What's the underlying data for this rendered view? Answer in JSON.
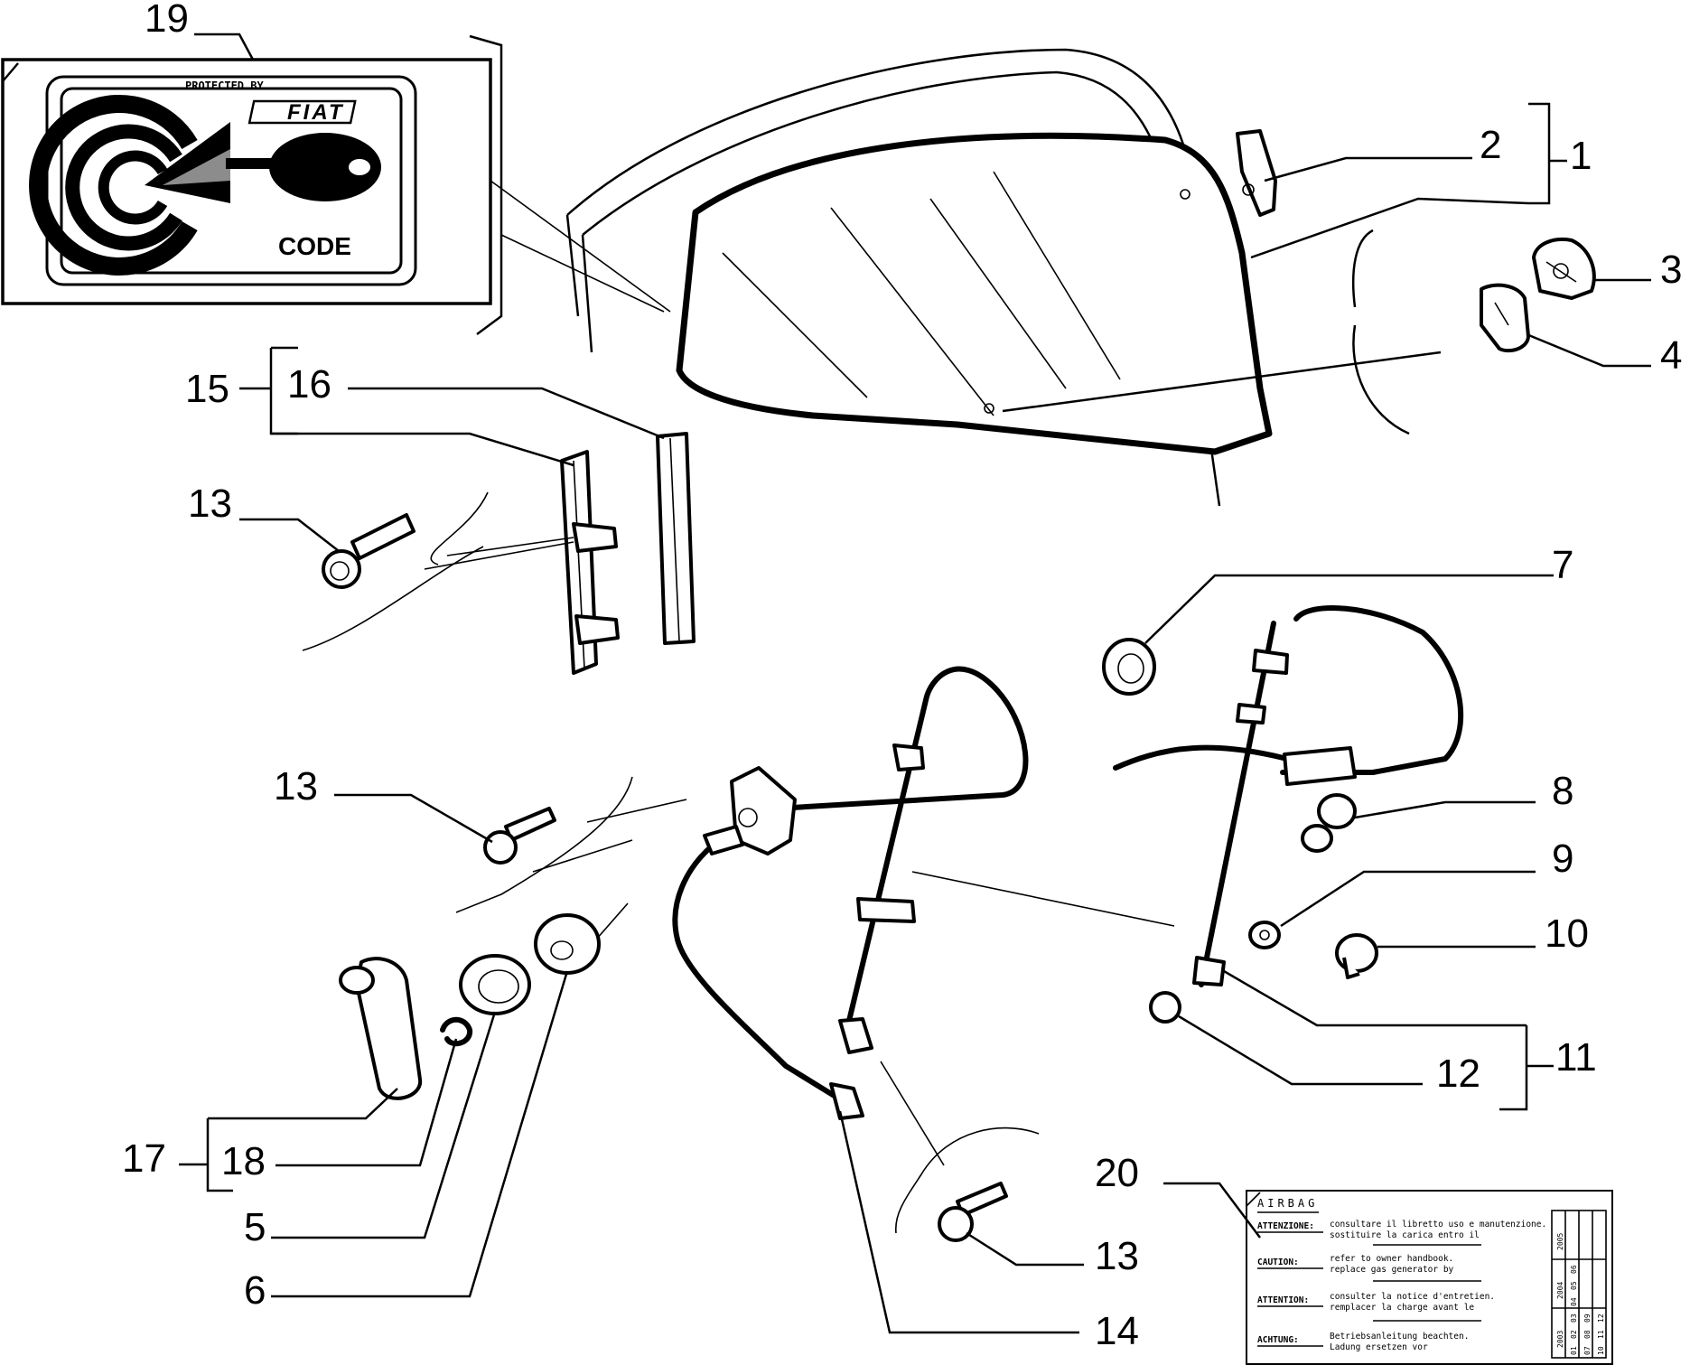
{
  "callouts": {
    "c1": "1",
    "c2": "2",
    "c3": "3",
    "c4": "4",
    "c5": "5",
    "c6": "6",
    "c7": "7",
    "c8": "8",
    "c9": "9",
    "c10": "10",
    "c11": "11",
    "c12": "12",
    "c13a": "13",
    "c13b": "13",
    "c13c": "13",
    "c14": "14",
    "c15": "15",
    "c16": "16",
    "c17": "17",
    "c18": "18",
    "c19": "19",
    "c20": "20"
  },
  "code_label": {
    "protected_by": "PROTECTED BY",
    "brand": "FIAT",
    "code": "CODE"
  },
  "airbag_label": {
    "title": "AIRBAG",
    "rows": [
      {
        "lang": "ATTENZIONE:",
        "line1": "consultare il libretto uso e manutenzione.",
        "line2": "sostituire la carica entro il"
      },
      {
        "lang": "CAUTION:",
        "line1": "refer to owner handbook.",
        "line2": "replace gas generator by"
      },
      {
        "lang": "ATTENTION:",
        "line1": "consulter la notice d'entretien.",
        "line2": "remplacer la charge avant le"
      },
      {
        "lang": "ACHTUNG:",
        "line1": "Betriebsanleitung beachten.",
        "line2": "Ladung ersetzen vor"
      }
    ],
    "years": [
      "2003",
      "2004",
      "2005"
    ],
    "months": [
      "01",
      "02",
      "03",
      "04",
      "05",
      "06",
      "07",
      "08",
      "09",
      "10",
      "11",
      "12"
    ]
  }
}
